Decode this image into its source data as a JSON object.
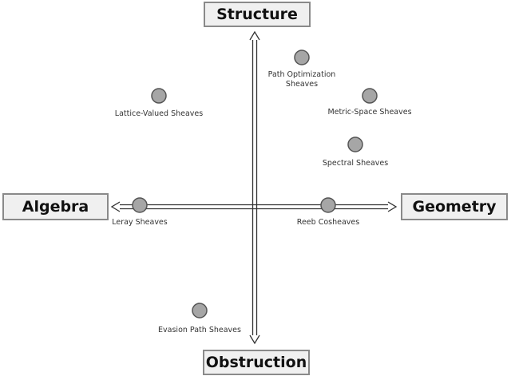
{
  "poles": {
    "top": "Structure",
    "left": "Algebra",
    "right": "Geometry",
    "bottom": "Obstruction"
  },
  "nodes": [
    {
      "id": "path-optimization",
      "label": "Path Optimization\nSheaves"
    },
    {
      "id": "lattice-valued",
      "label": "Lattice-Valued Sheaves"
    },
    {
      "id": "metric-space",
      "label": "Metric-Space Sheaves"
    },
    {
      "id": "spectral",
      "label": "Spectral Sheaves"
    },
    {
      "id": "leray",
      "label": "Leray Sheaves"
    },
    {
      "id": "reeb",
      "label": "Reeb Cosheaves"
    },
    {
      "id": "evasion-path",
      "label": "Evasion Path Sheaves"
    }
  ],
  "colors": {
    "node_fill": "#a6a6a6",
    "node_stroke": "#555555",
    "axis_stroke": "#333333",
    "pole_fill": "#f0f0f0",
    "pole_border": "#8a8a8a"
  }
}
